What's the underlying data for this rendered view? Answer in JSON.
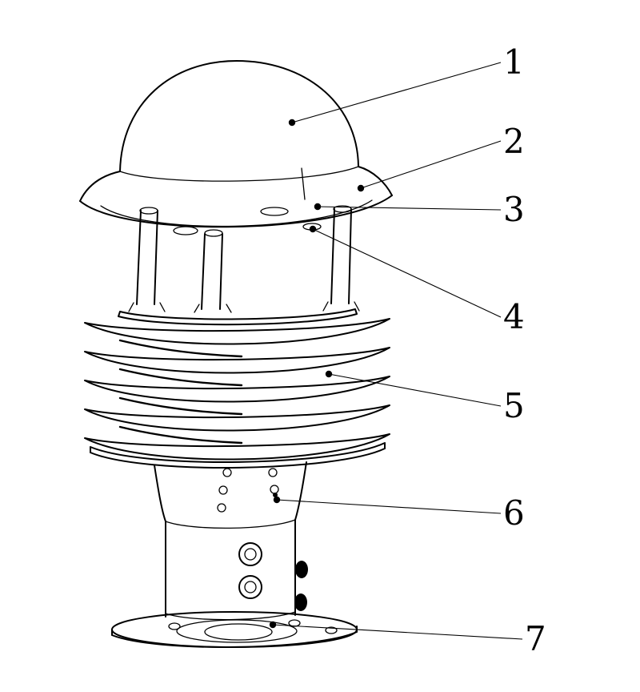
{
  "callouts": [
    {
      "label": "1"
    },
    {
      "label": "2"
    },
    {
      "label": "3"
    },
    {
      "label": "4"
    },
    {
      "label": "5"
    },
    {
      "label": "6"
    },
    {
      "label": "7"
    }
  ],
  "colors": {
    "line": "#000000",
    "background": "#ffffff"
  }
}
